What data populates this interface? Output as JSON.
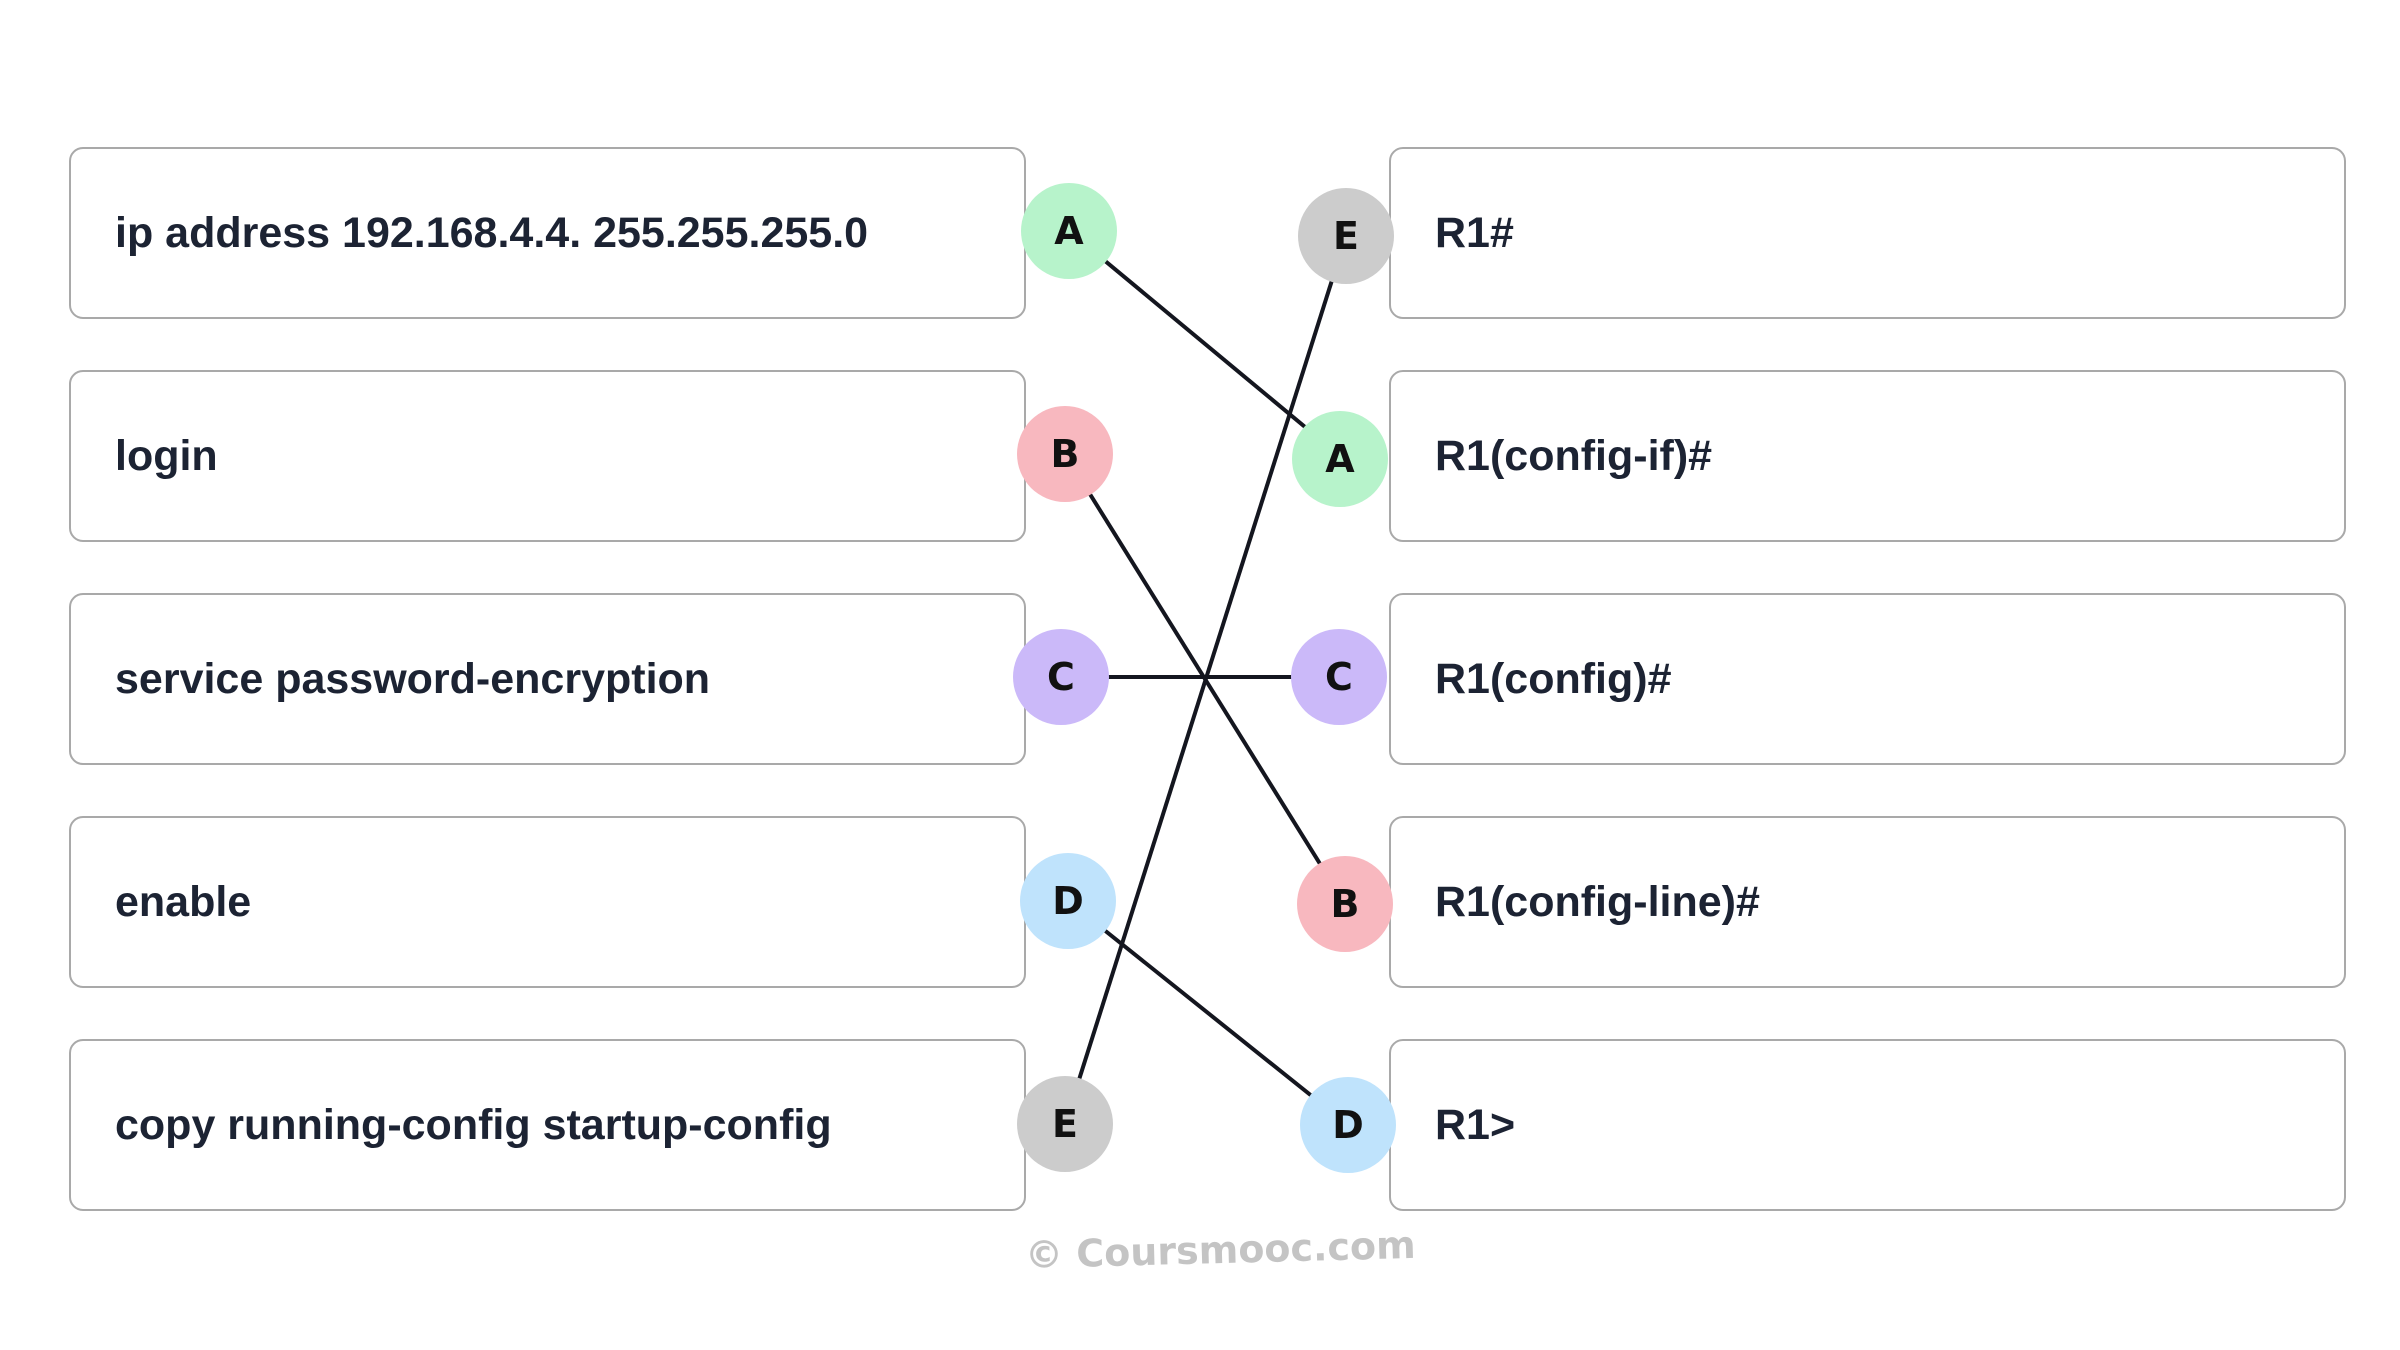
{
  "left_items": [
    {
      "label": "ip address 192.168.4.4. 255.255.255.0",
      "marker": "A"
    },
    {
      "label": "login",
      "marker": "B"
    },
    {
      "label": "service password-encryption",
      "marker": "C"
    },
    {
      "label": "enable",
      "marker": "D"
    },
    {
      "label": "copy running-config startup-config",
      "marker": "E"
    }
  ],
  "right_items": [
    {
      "label": "R1#",
      "marker": "E"
    },
    {
      "label": "R1(config-if)#",
      "marker": "A"
    },
    {
      "label": "R1(config)#",
      "marker": "C"
    },
    {
      "label": "R1(config-line)#",
      "marker": "B"
    },
    {
      "label": "R1>",
      "marker": "D"
    }
  ],
  "marker_colors": {
    "A": "#b7f3cb",
    "B": "#f8b8bf",
    "C": "#cbb9f9",
    "D": "#bfe3fc",
    "E": "#cccccc"
  },
  "line_color": "#14161f",
  "watermark": "© Coursmooc.com"
}
